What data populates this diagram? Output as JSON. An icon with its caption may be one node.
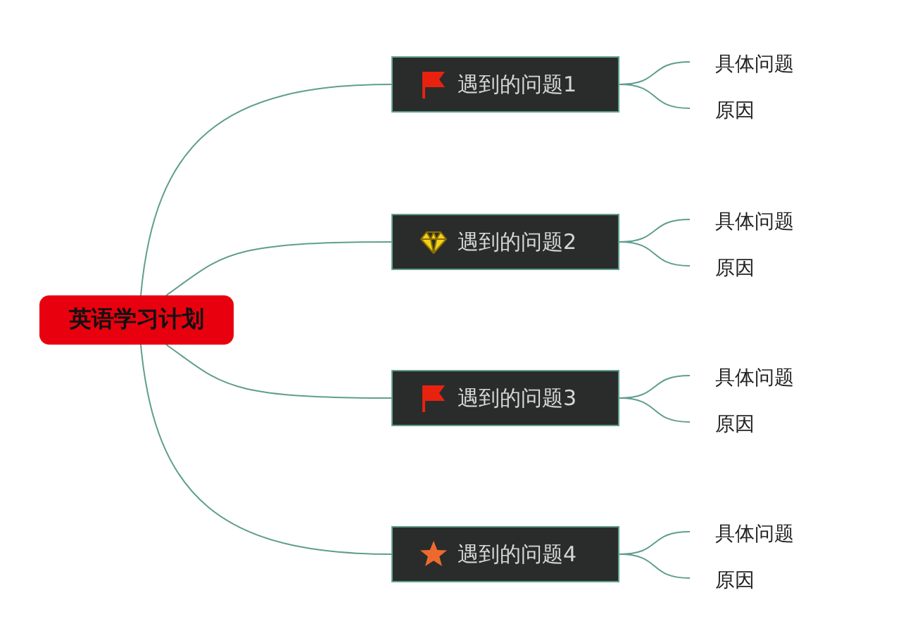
{
  "diagram": {
    "nodes": [
      {
        "text": [
          "英语学习计划"
        ]
      },
      {
        "text": [
          "遇到的问题1"
        ]
      },
      {
        "text": [
          "具体问题"
        ]
      },
      {
        "text": [
          "原因"
        ]
      },
      {
        "text": [
          "遇到的问题2"
        ]
      },
      {
        "text": [
          "具体问题"
        ]
      },
      {
        "text": [
          "原因"
        ]
      },
      {
        "text": [
          "遇到的问题3"
        ]
      },
      {
        "text": [
          "具体问题"
        ]
      },
      {
        "text": [
          "原因"
        ]
      },
      {
        "text": [
          "遇到的问题4"
        ]
      },
      {
        "text": [
          "具体问题"
        ]
      },
      {
        "text": [
          "原因"
        ]
      }
    ],
    "edges": [
      {
        "from": 0,
        "to": 1,
        "arrow": "none"
      },
      {
        "from": 0,
        "to": 4,
        "arrow": "none"
      },
      {
        "from": 0,
        "to": 7,
        "arrow": "none"
      },
      {
        "from": 0,
        "to": 10,
        "arrow": "none"
      },
      {
        "from": 1,
        "to": 2,
        "arrow": "none"
      },
      {
        "from": 1,
        "to": 3,
        "arrow": "none"
      },
      {
        "from": 4,
        "to": 5,
        "arrow": "none"
      },
      {
        "from": 4,
        "to": 6,
        "arrow": "none"
      },
      {
        "from": 7,
        "to": 8,
        "arrow": "none"
      },
      {
        "from": 7,
        "to": 9,
        "arrow": "none"
      },
      {
        "from": 10,
        "to": 11,
        "arrow": "none"
      },
      {
        "from": 10,
        "to": 12,
        "arrow": "none"
      }
    ]
  }
}
